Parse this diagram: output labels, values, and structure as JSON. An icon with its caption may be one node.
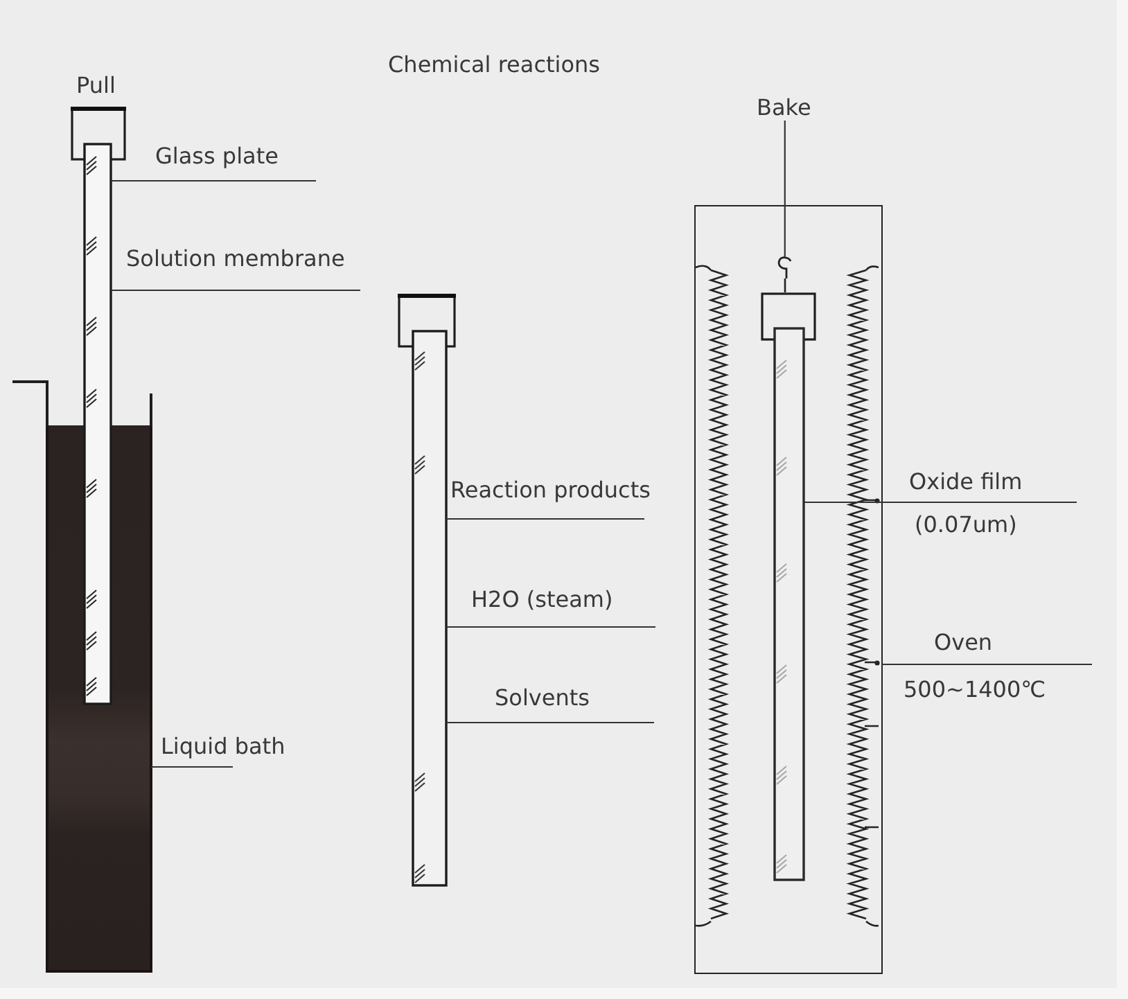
{
  "diagram": {
    "nodes": [
      {
        "text": [
          "Glass plate"
        ]
      },
      {
        "text": [
          "Solution membrane"
        ]
      },
      {
        "text": [],
        "shape": "bar"
      },
      {
        "text": [
          "Liquid bath"
        ]
      },
      {
        "text": [],
        "shape": "box"
      },
      {
        "text": [],
        "shape": "bar"
      },
      {
        "text": [
          "Reaction products"
        ]
      },
      {
        "text": [
          "H2O (steam)"
        ]
      },
      {
        "text": [
          "Solvents"
        ]
      },
      {
        "text": [
          "Bake"
        ]
      },
      {
        "text": [],
        "shape": "box"
      },
      {
        "text": [],
        "shape": "hook",
        "in": 10
      },
      {
        "text": [],
        "shape": "bar",
        "in": 10
      },
      {
        "text": [
          "Oxide film",
          "(0.07um)"
        ]
      },
      {
        "text": [
          "Oven",
          "500~1400℃"
        ]
      }
    ],
    "edges": [
      {
        "from": 0,
        "to": 2,
        "arrow": "none"
      },
      {
        "from": 1,
        "to": 2,
        "arrow": "none"
      },
      {
        "from": 3,
        "to": 4,
        "arrow": "none"
      },
      {
        "from": 6,
        "to": 5,
        "arrow": "none"
      },
      {
        "from": 7,
        "to": 5,
        "arrow": "none"
      },
      {
        "from": 8,
        "to": 5,
        "arrow": "none"
      },
      {
        "from": 9,
        "to": 11,
        "arrow": "none"
      },
      {
        "from": 13,
        "to": 12,
        "arrow": "none"
      },
      {
        "from": 14,
        "to": 10,
        "arrow": "none"
      }
    ],
    "labels": [
      "Pull",
      "Chemical reactions"
    ]
  }
}
